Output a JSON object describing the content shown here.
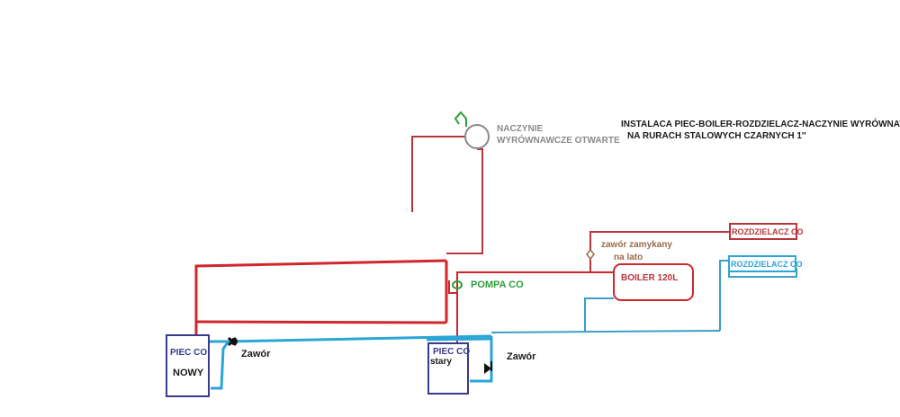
{
  "title": {
    "line1": "INSTALACA PIEC-BOILER-ROZDZIELACZ-NACZYNIE WYRÓWNAWCZE",
    "line2": "NA RURACH STALOWYCH CZARNYCH 1''"
  },
  "expansion_vessel": {
    "line1": "NACZYNIE",
    "line2": "WYRÓWNAWCZE OTWARTE"
  },
  "pump": {
    "label": "POMPA CO"
  },
  "summer_valve": {
    "line1": "zawór zamykany",
    "line2": "na lato"
  },
  "boiler": {
    "label": "BOILER 120L"
  },
  "manifold_top": {
    "label": "ROZDZIELACZ CO"
  },
  "manifold_bottom": {
    "label": "ROZDZIELACZ CO"
  },
  "furnace_new": {
    "line1": "PIEC CO",
    "line2": "NOWY"
  },
  "furnace_old": {
    "line1": "PIEC CO",
    "line2": "stary"
  },
  "valve_left": {
    "label": "Zawór"
  },
  "valve_right": {
    "label": "Zawór"
  },
  "colors": {
    "supply": "#d0262c",
    "supply_thin": "#b8353b",
    "return": "#2aa6d6",
    "return_thin": "#3c9ec8",
    "vessel": "#8a8a8a",
    "pump": "#2e9e3a",
    "furnace": "#3a3a8c",
    "valve_note": "#9a6a4a",
    "text": "#1a1a1a"
  }
}
